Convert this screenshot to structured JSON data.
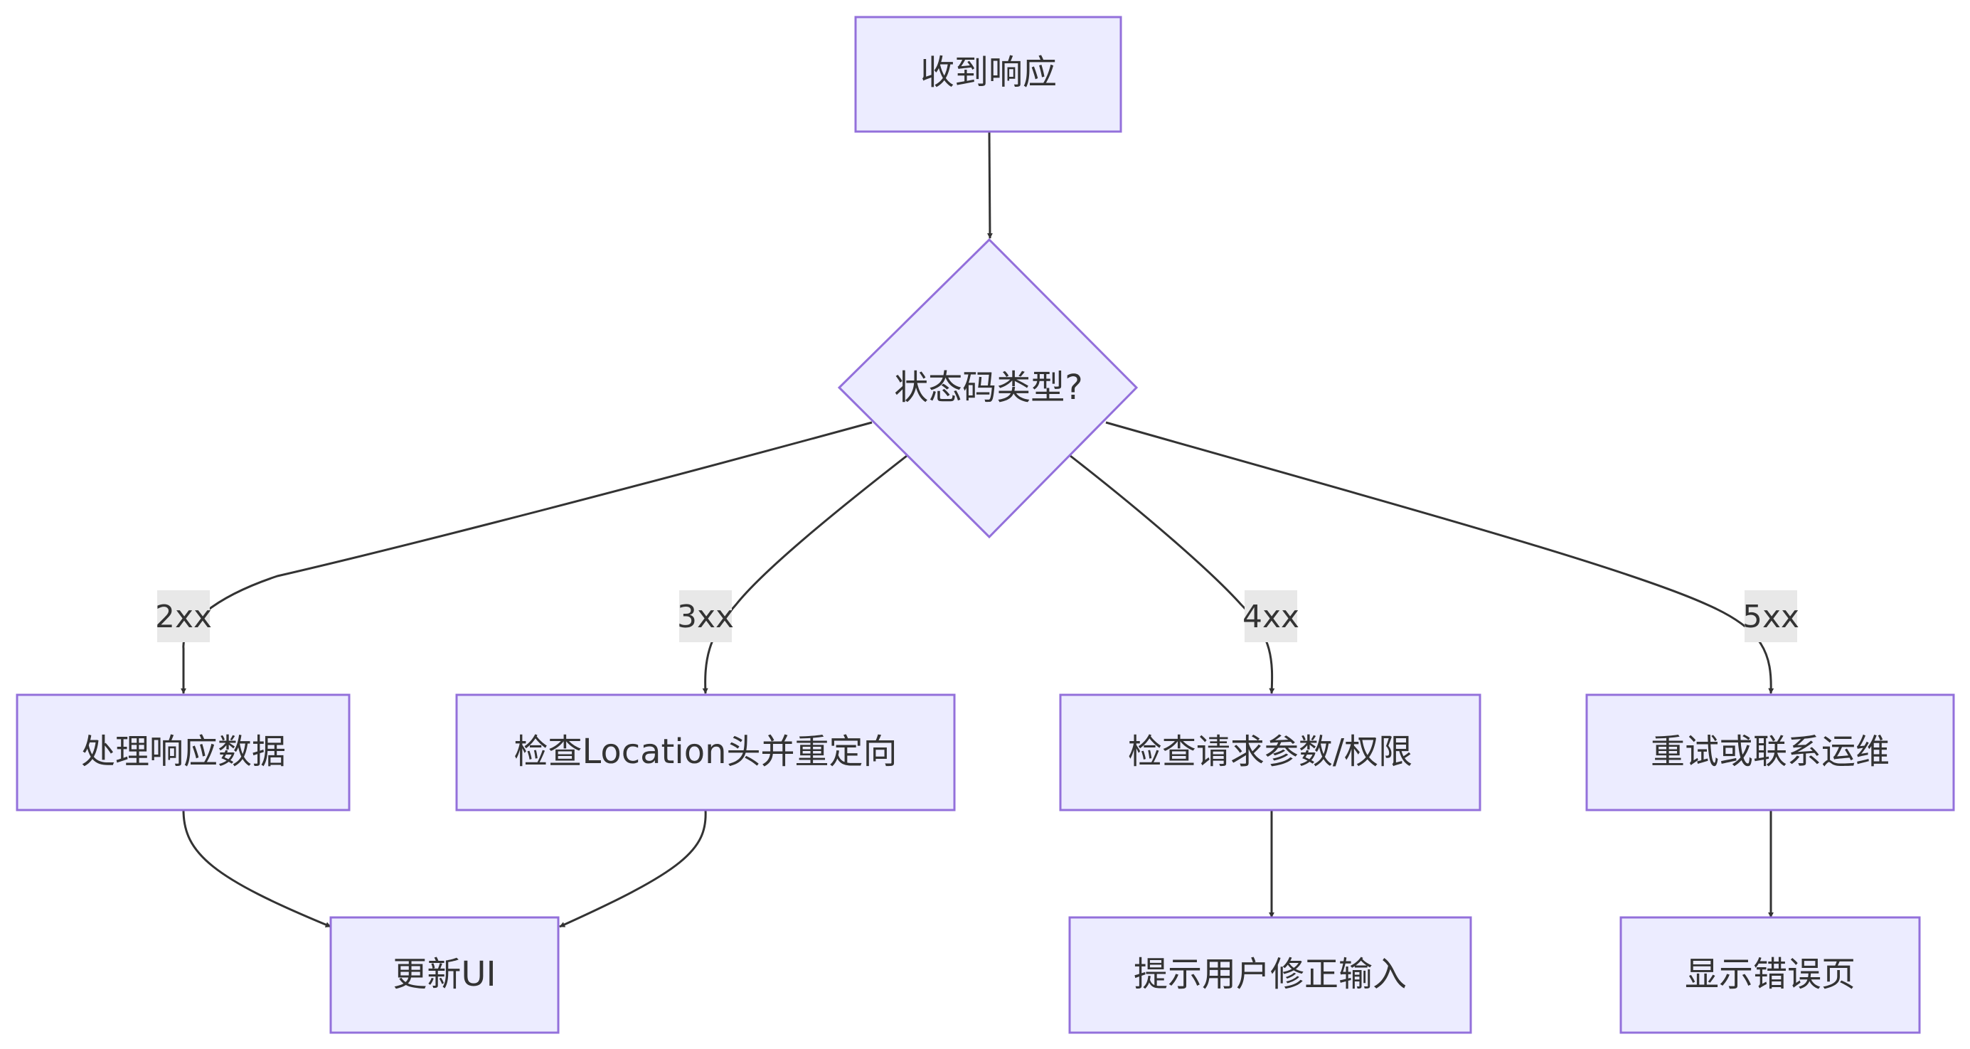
{
  "nodes": {
    "receive": "收到响应",
    "decision": "状态码类型?",
    "handle": "处理响应数据",
    "redirect": "检查Location头并重定向",
    "check_params": "检查请求参数/权限",
    "retry": "重试或联系运维",
    "update_ui": "更新UI",
    "prompt_fix": "提示用户修正输入",
    "error_page": "显示错误页"
  },
  "edge_labels": {
    "e2xx": "2xx",
    "e3xx": "3xx",
    "e4xx": "4xx",
    "e5xx": "5xx"
  },
  "colors": {
    "node_fill": "#ECECFF",
    "node_stroke": "#9370DB",
    "edge": "#333333",
    "label_bg": "#e8e8e8"
  }
}
